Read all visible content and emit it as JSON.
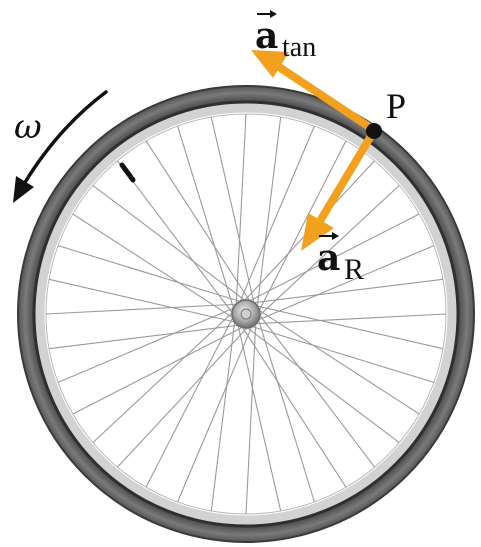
{
  "diagram": {
    "omega_label": "ω",
    "point_label": "P",
    "a_tan_symbol": "a",
    "a_tan_subscript": "tan",
    "a_R_symbol": "a",
    "a_R_subscript": "R",
    "spoke_count": 36
  },
  "colors": {
    "arrow": "#f2a11f",
    "tire_dark": "#4a4a4a",
    "tire_light": "#8a8a8a",
    "rim": "#d7d7d7",
    "spoke": "#9a9a9a",
    "point": "#111111",
    "rotation_arrow": "#111111"
  }
}
